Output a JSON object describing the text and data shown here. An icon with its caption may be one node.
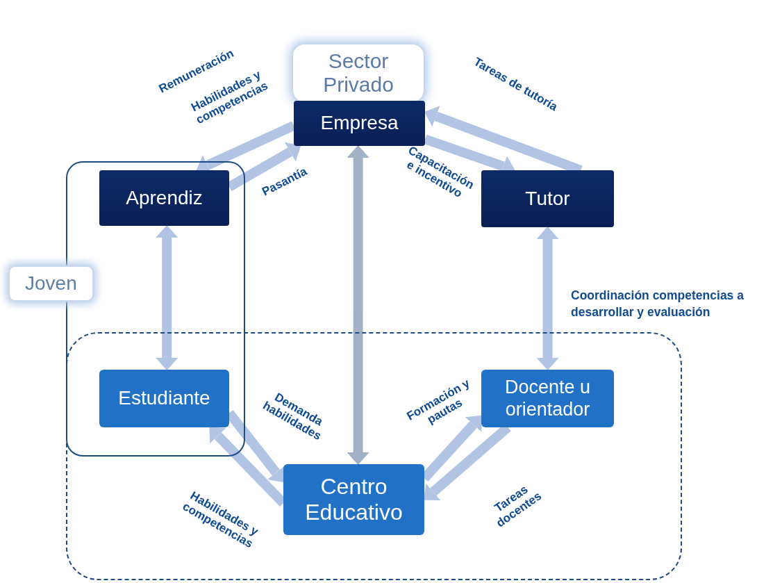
{
  "diagram": {
    "nodes": [
      {
        "text": [
          "Sector Privado"
        ]
      },
      {
        "text": [
          "Empresa"
        ]
      },
      {
        "text": [
          "Joven"
        ]
      },
      {
        "text": [
          "Aprendiz"
        ],
        "in": 2
      },
      {
        "text": [
          "Tutor"
        ]
      },
      {
        "text": [],
        "shape": "box"
      },
      {
        "text": [
          "Estudiante"
        ]
      },
      {
        "text": [
          "Docente u orientador"
        ],
        "in": 5
      },
      {
        "text": [
          "Centro Educativo"
        ],
        "in": 5
      }
    ],
    "edges": [
      {
        "from": 1,
        "to": 3,
        "arrow": "to",
        "label": "Habilidades y competencias"
      },
      {
        "from": 3,
        "to": 1,
        "arrow": "to",
        "label": "Pasantía"
      },
      {
        "from": 1,
        "to": 4,
        "arrow": "to",
        "label": "Capacitación e incentivo"
      },
      {
        "from": 4,
        "to": 1,
        "arrow": "to",
        "label": "Tareas de tutoría"
      },
      {
        "from": 1,
        "to": 8,
        "arrow": "both",
        "color": "#a3b1c6"
      },
      {
        "from": 3,
        "to": 6,
        "arrow": "both"
      },
      {
        "from": 4,
        "to": 7,
        "arrow": "both",
        "label": "Coordinación competencias a desarrollar y evaluación"
      },
      {
        "from": 6,
        "to": 8,
        "arrow": "to",
        "label": "Demanda habilidades"
      },
      {
        "from": 8,
        "to": 6,
        "arrow": "to",
        "label": "Habilidades y competencias"
      },
      {
        "from": 8,
        "to": 7,
        "arrow": "to",
        "label": "Formación y pautas"
      },
      {
        "from": 7,
        "to": 8,
        "arrow": "to",
        "label": "Tareas docentes"
      }
    ],
    "labels": [
      "Remuneración"
    ]
  }
}
